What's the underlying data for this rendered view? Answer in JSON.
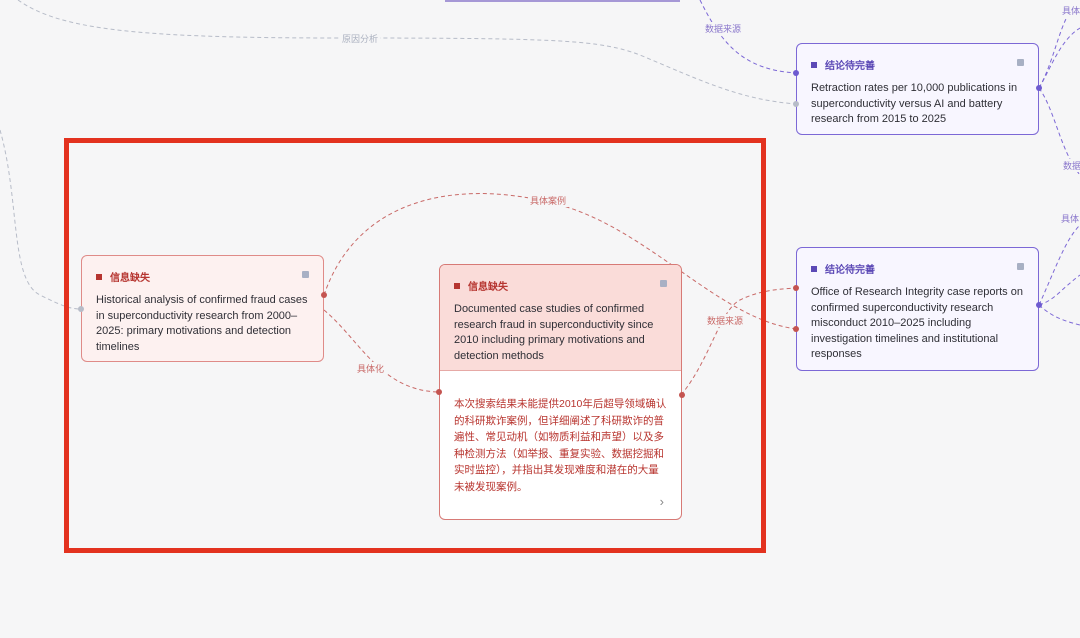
{
  "edges": {
    "yuanyin": "原因分析",
    "shuju_top": "数据来源",
    "juti_anli": "具体案例",
    "juti_hua": "具体化",
    "shuju_mid": "数据来源",
    "cut_right_1": "具体",
    "cut_right_2": "数据",
    "cut_right_3": "具体"
  },
  "nodes": {
    "retraction": {
      "tag": "结论待完善",
      "text": "Retraction rates per 10,000 publications in superconductivity versus AI and battery research from 2015 to 2025"
    },
    "ori": {
      "tag": "结论待完善",
      "text": "Office of Research Integrity case reports on confirmed superconductivity research misconduct 2010–2025 including investigation timelines and institutional responses"
    },
    "historical": {
      "tag": "信息缺失",
      "text": "Historical analysis of confirmed fraud cases in superconductivity research from 2000–2025: primary motivations and detection timelines"
    },
    "documented": {
      "tag": "信息缺失",
      "title": "Documented case studies of confirmed research fraud in superconductivity since 2010 including primary motivations and detection methods",
      "body": "本次搜索结果未能提供2010年后超导领域确认的科研欺诈案例，但详细阐述了科研欺诈的普遍性、常见动机（如物质利益和声望）以及多种检测方法（如举报、重复实验、数据挖掘和实时监控），并指出其发现难度和潜在的大量未被发现案例。"
    }
  },
  "colors": {
    "purple": "#6e5bd0",
    "red": "#c45450",
    "highlight": "#e3321f"
  }
}
